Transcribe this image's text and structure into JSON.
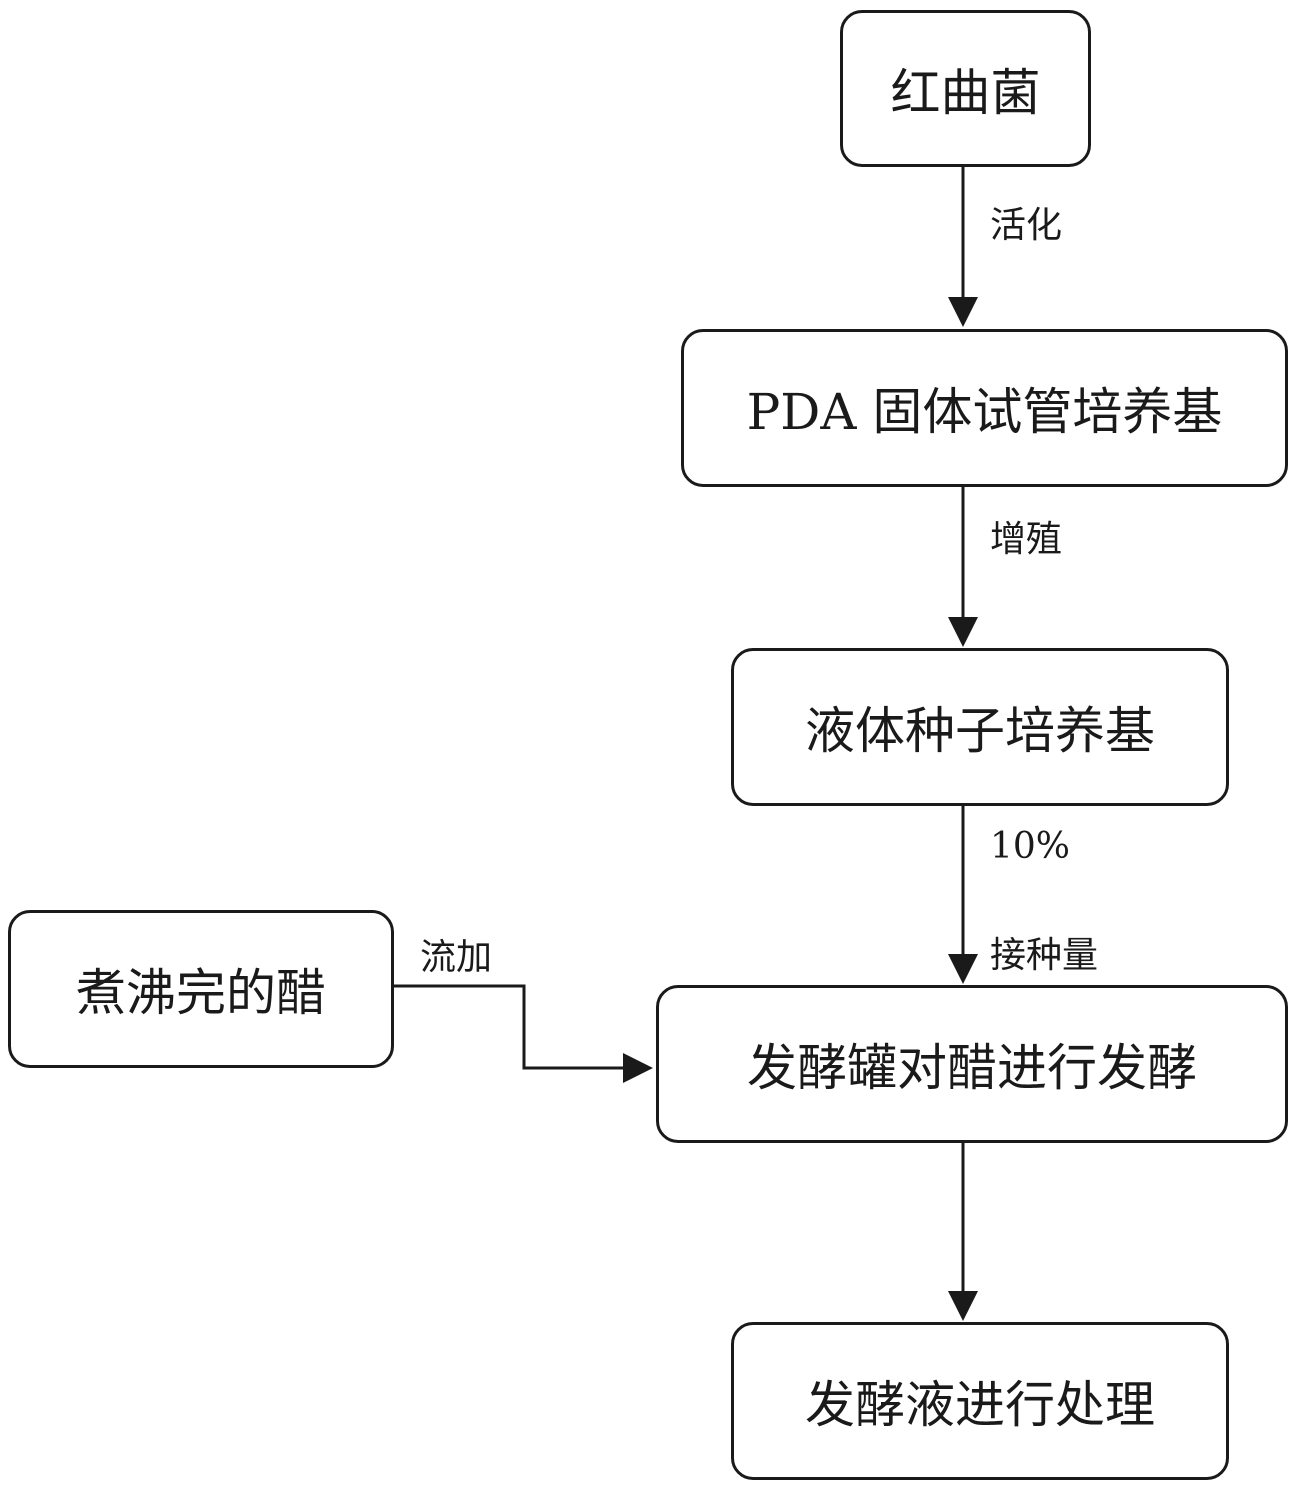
{
  "nodes": {
    "monascus": "红曲菌",
    "pda_medium": "PDA 固体试管培养基",
    "liquid_seed": "液体种子培养基",
    "boiled_vinegar": "煮沸完的醋",
    "fermenter": "发酵罐对醋进行发酵",
    "processing": "发酵液进行处理"
  },
  "edge_labels": {
    "activation": "活化",
    "proliferation": "增殖",
    "inoculum_percent": "10%",
    "inoculum_label": "接种量",
    "fed_batch": "流加"
  },
  "colors": {
    "stroke": "#1a1a1a",
    "background": "#ffffff"
  }
}
